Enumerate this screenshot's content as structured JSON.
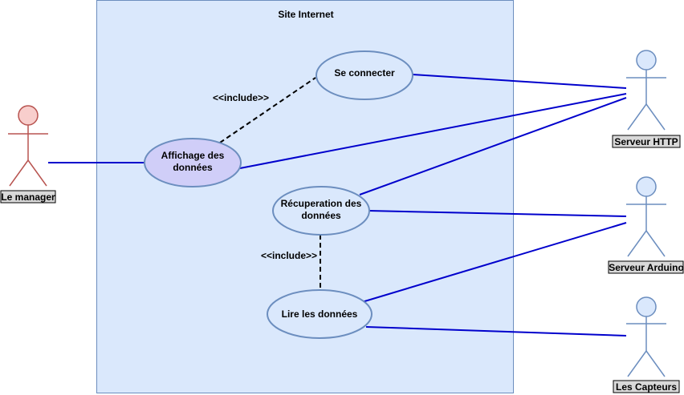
{
  "system": {
    "title": "Site Internet"
  },
  "use_cases": {
    "se_connecter": "Se connecter",
    "affichage_line1": "Affichage des",
    "affichage_line2": "données",
    "recuperation_line1": "Récuperation des",
    "recuperation_line2": "données",
    "lire": "Lire les données"
  },
  "include_labels": {
    "top": "<<include>>",
    "bottom": "<<include>>"
  },
  "actors": {
    "manager": "Le manager",
    "serveur_http": "Serveur HTTP",
    "serveur_arduino": "Serveur Arduino",
    "capteurs": "Les Capteurs"
  },
  "colors": {
    "system_fill": "#dae8fc",
    "system_stroke": "#6c8ebf",
    "usecase_fill": "#dae8fc",
    "usecase_highlight_fill": "#d0cef8",
    "association": "#0000cc",
    "manager_fill": "#f8cecc",
    "manager_stroke": "#b85450",
    "actor_fill": "#dae8fc",
    "actor_stroke": "#6c8ebf"
  }
}
